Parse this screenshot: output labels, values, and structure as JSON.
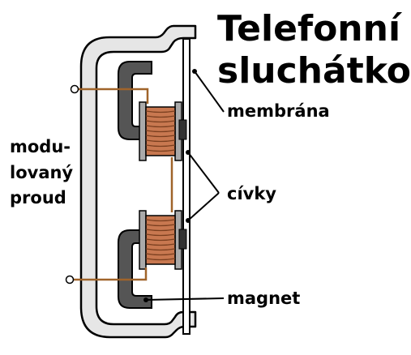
{
  "title": {
    "line1": "Telefonní",
    "line2": "sluchátko"
  },
  "labels": {
    "membrane": "membrána",
    "coils": "cívky",
    "magnet": "magnet",
    "current_line1": "modu-",
    "current_line2": "lovaný",
    "current_line3": "proud"
  },
  "colors": {
    "housing": "#000000",
    "housing_fill": "#e6e6e6",
    "magnet": "#555555",
    "coil": "#c87850",
    "wire": "#a0642a"
  }
}
